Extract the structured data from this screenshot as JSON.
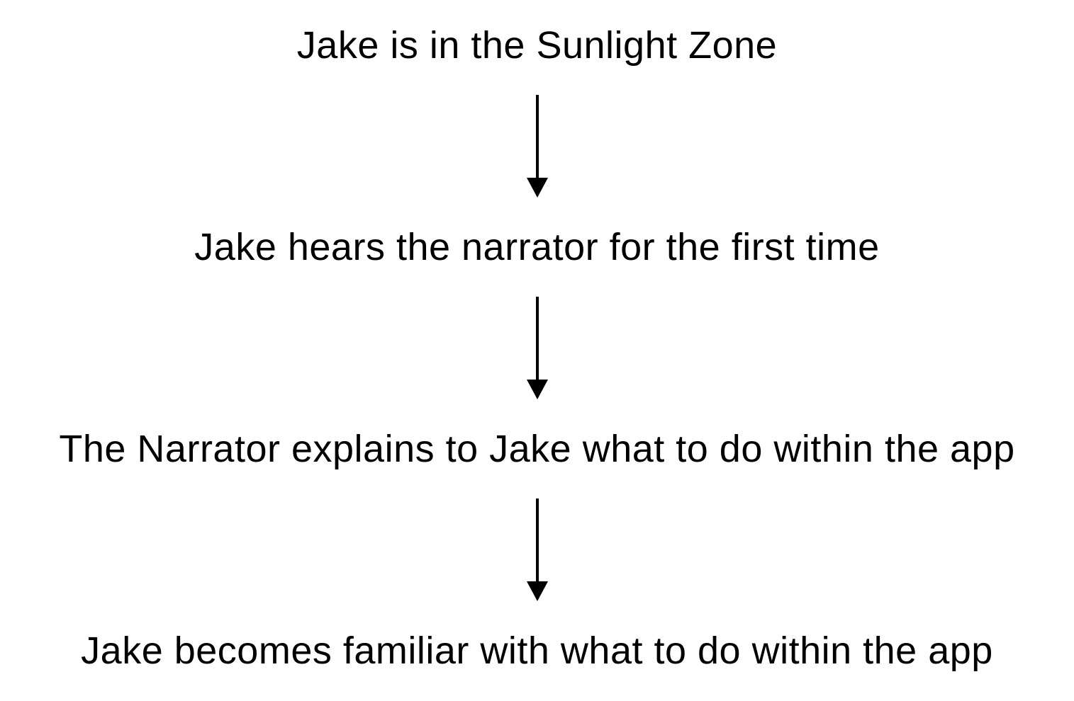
{
  "flowchart": {
    "title": "",
    "steps": [
      {
        "label": "Jake is in the Sunlight Zone"
      },
      {
        "label": "Jake hears the narrator for the first time"
      },
      {
        "label": "The Narrator explains to Jake what to do within the app"
      },
      {
        "label": "Jake becomes familiar with what to do within the app"
      }
    ],
    "connector": "down-arrow",
    "colors": {
      "background": "#ffffff",
      "text": "#000000",
      "arrow": "#000000"
    }
  }
}
